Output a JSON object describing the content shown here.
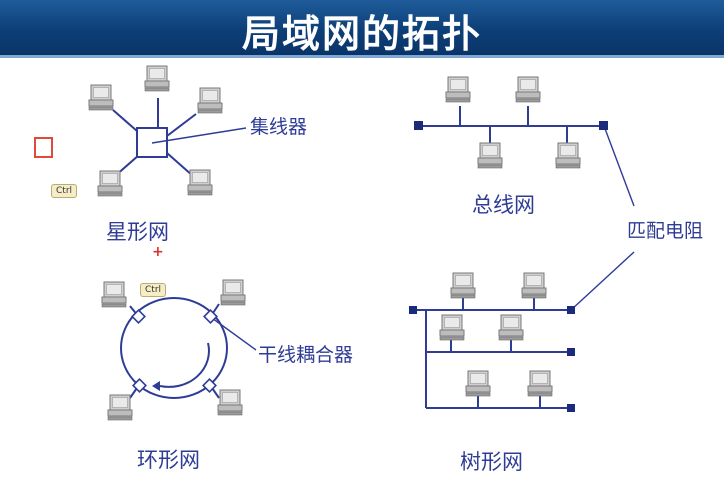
{
  "title": "局域网的拓扑",
  "labels": {
    "star": "星形网",
    "hub": "集线器",
    "bus": "总线网",
    "terminator": "匹配电阻",
    "ring": "环形网",
    "coupler": "干线耦合器",
    "tree": "树形网"
  },
  "overlays": {
    "ctrl_badge_1": "Ctrl",
    "ctrl_badge_2": "Ctrl",
    "plus_marker": "+"
  },
  "colors": {
    "title_bg": "#0d3f77",
    "line": "#2f3c96",
    "label": "#2f3c96",
    "terminator": "#1b2a7a"
  }
}
